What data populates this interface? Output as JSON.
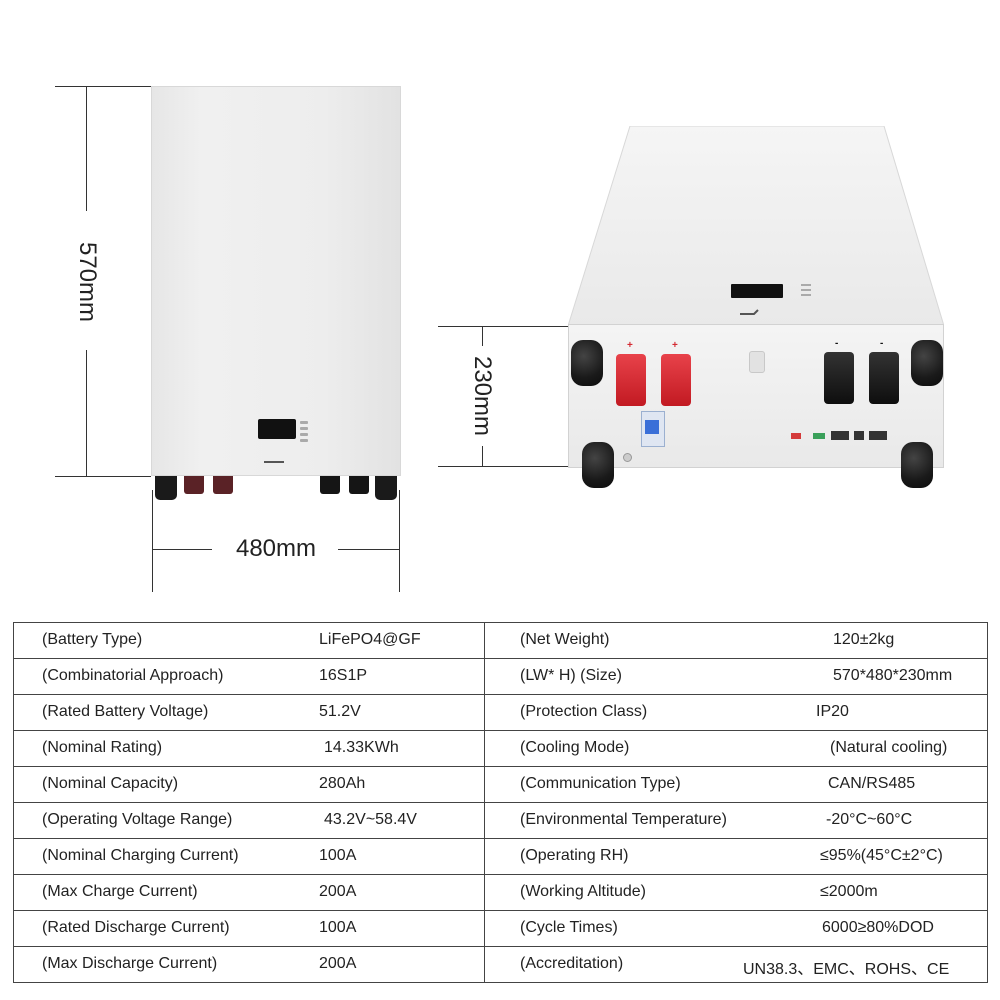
{
  "dimensions": {
    "height": "570mm",
    "width": "480mm",
    "depth": "230mm"
  },
  "terminals": {
    "positive": "+",
    "negative": "-"
  },
  "colors": {
    "positive_terminal": "#d42a32",
    "negative_terminal": "#111111",
    "front_red_terminal": "#5a2226",
    "casing": "#eeeeee"
  },
  "specs": [
    {
      "label": "(Battery Type)",
      "value": "LiFePO4@GF",
      "label2": "(Net Weight)",
      "value2": "120±2kg"
    },
    {
      "label": "(Combinatorial Approach)",
      "value": "16S1P",
      "label2": "(LW* H) (Size)",
      "value2": "570*480*230mm"
    },
    {
      "label": "(Rated Battery Voltage)",
      "value": "51.2V",
      "label2": "(Protection Class)",
      "value2": "IP20"
    },
    {
      "label": "(Nominal Rating)",
      "value": "14.33KWh",
      "label2": "(Cooling Mode)",
      "value2": "(Natural cooling)"
    },
    {
      "label": "(Nominal Capacity)",
      "value": "280Ah",
      "label2": "(Communication Type)",
      "value2": "CAN/RS485"
    },
    {
      "label": "(Operating Voltage Range)",
      "value": "43.2V~58.4V",
      "label2": "(Environmental Temperature)",
      "value2": "-20°C~60°C"
    },
    {
      "label": "(Nominal Charging Current)",
      "value": "100A",
      "label2": "(Operating RH)",
      "value2": "≤95%(45°C±2°C)"
    },
    {
      "label": "(Max Charge Current)",
      "value": "200A",
      "label2": "(Working Altitude)",
      "value2": "≤2000m"
    },
    {
      "label": "(Rated Discharge Current)",
      "value": "100A",
      "label2": "(Cycle Times)",
      "value2": "6000≥80%DOD"
    },
    {
      "label": "(Max Discharge Current)",
      "value": "200A",
      "label2": "(Accreditation)",
      "value2": "UN38.3、EMC、ROHS、CE"
    }
  ]
}
